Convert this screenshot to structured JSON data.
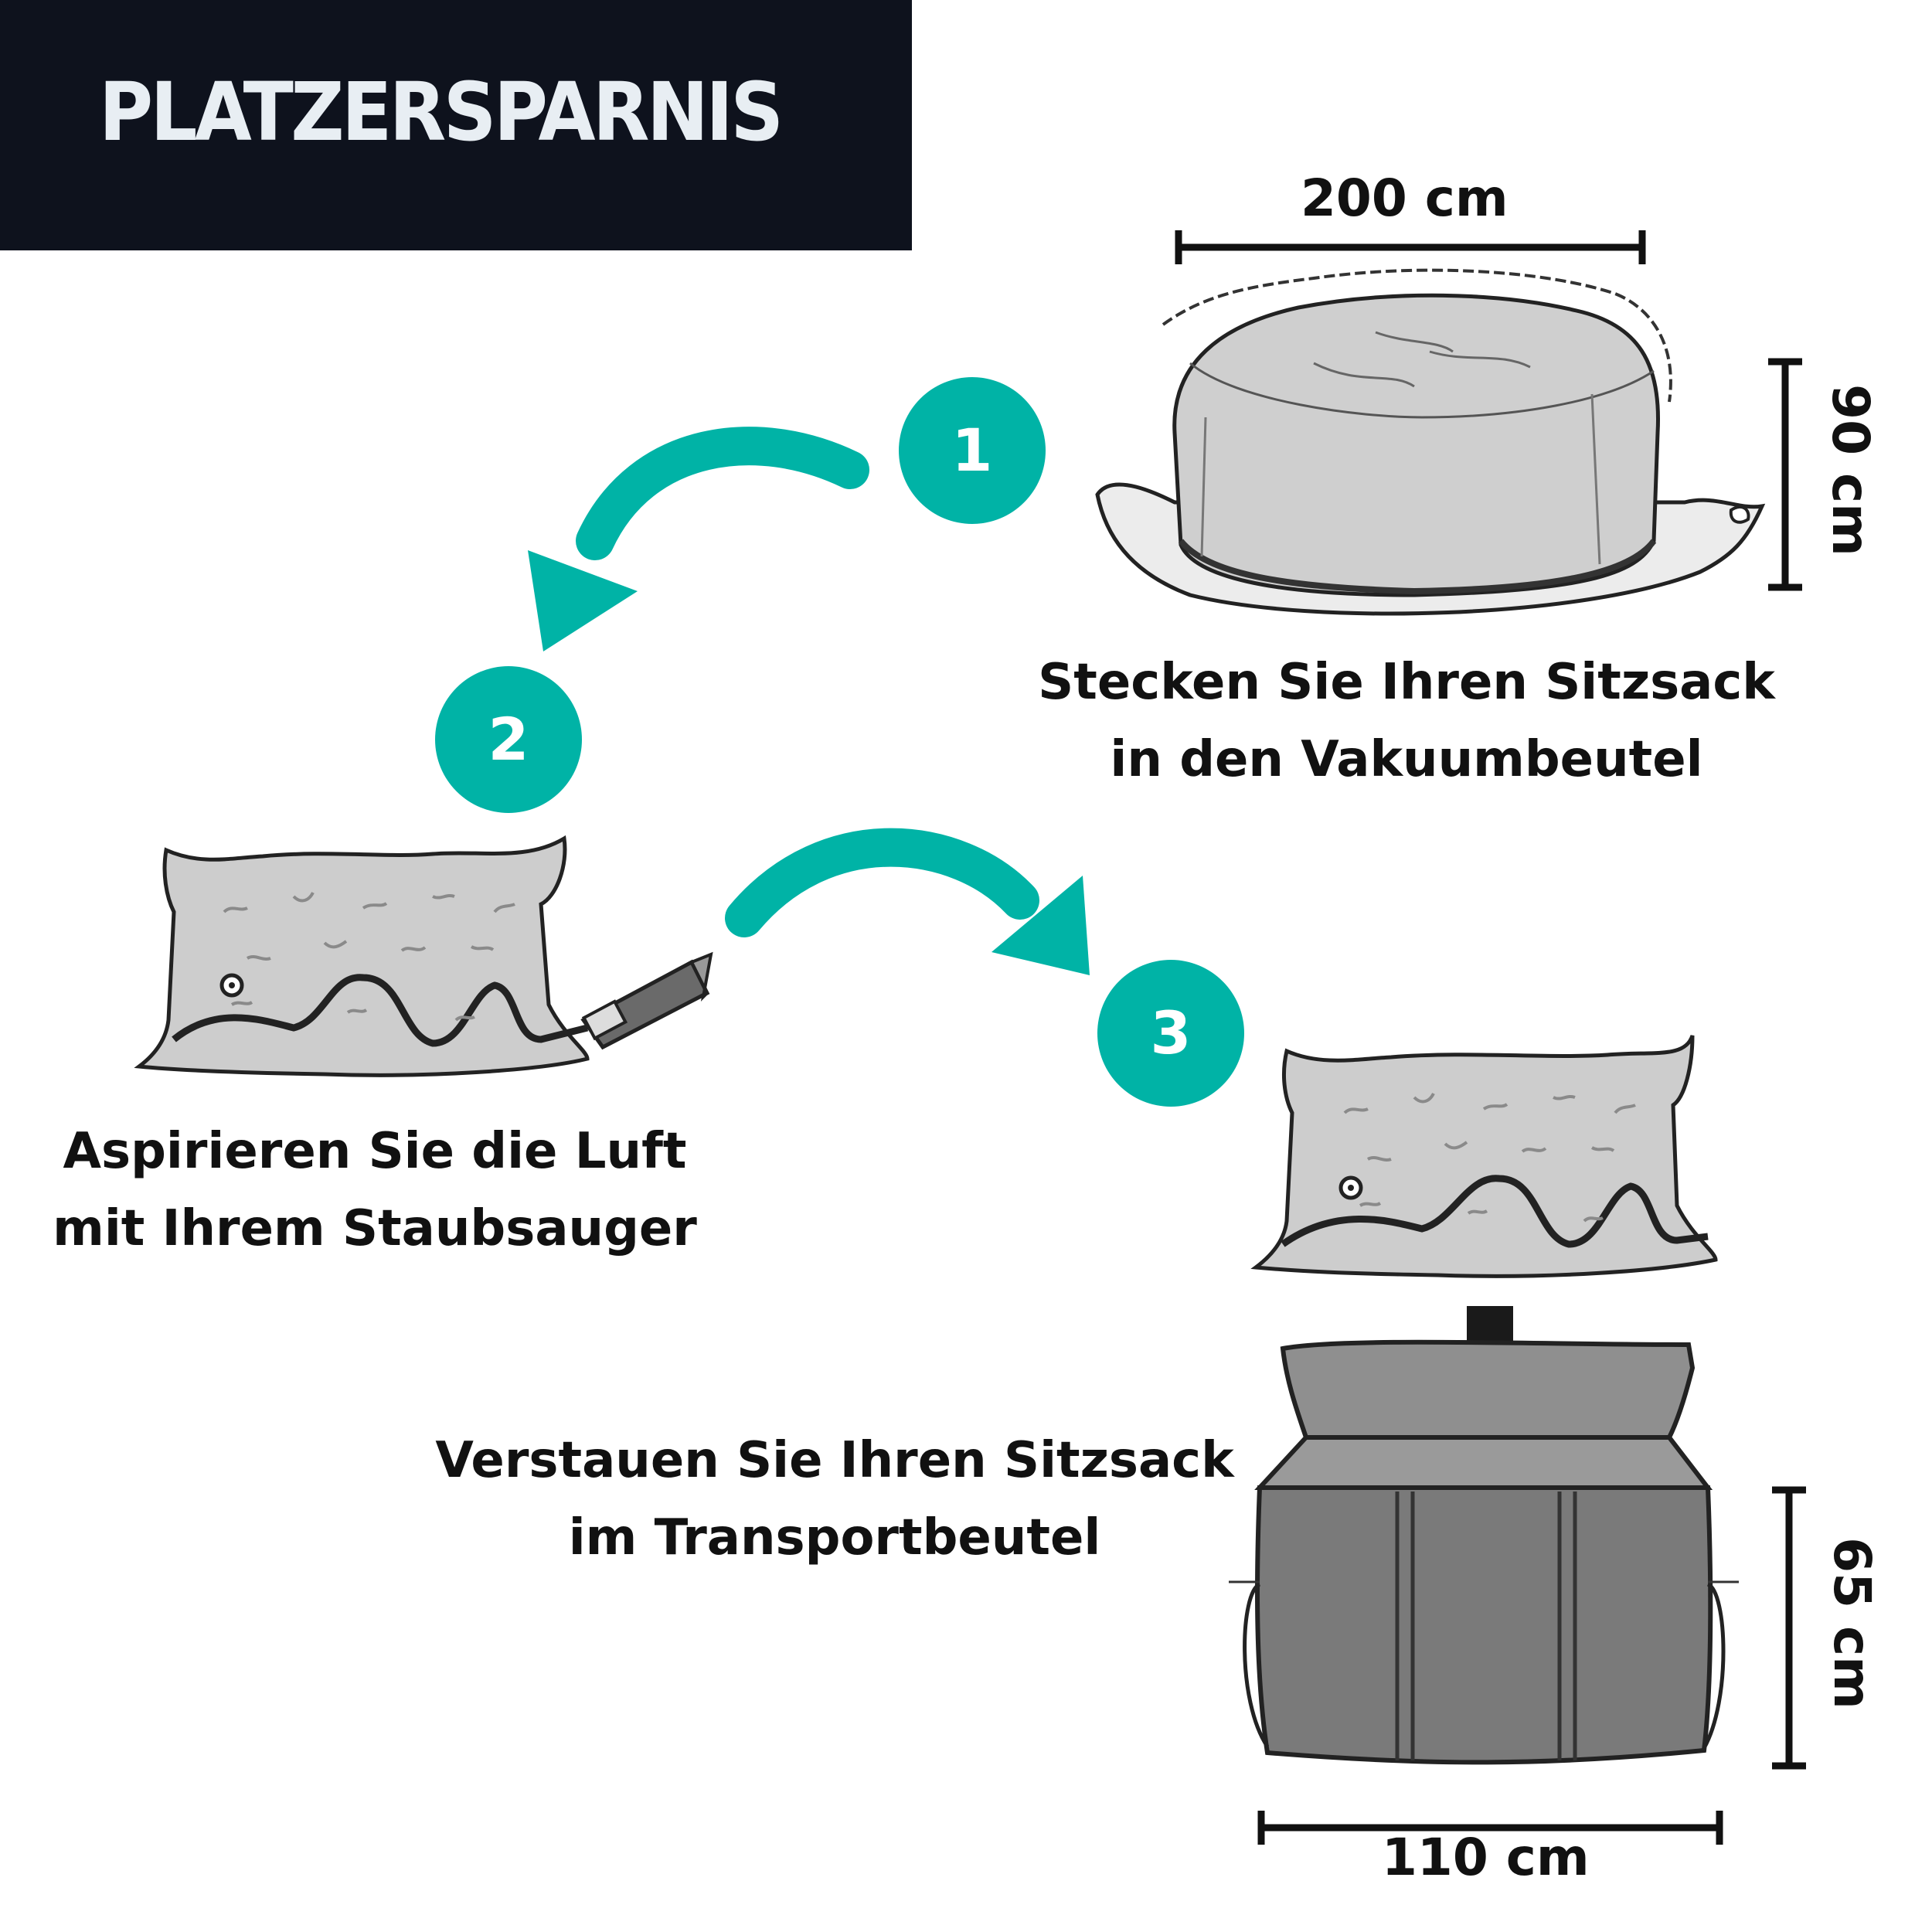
{
  "title": "PLATZERSPARNIS",
  "colors": {
    "accent": "#00b3a6",
    "title_bg": "#0e121d",
    "title_text": "#e8eef3"
  },
  "steps": [
    {
      "number": "1",
      "line1": "Stecken Sie Ihren Sitzsack",
      "line2": "in den Vakuumbeutel"
    },
    {
      "number": "2",
      "line1": "Aspirieren Sie die Luft",
      "line2": "mit Ihrem Staubsauger"
    },
    {
      "number": "3",
      "line1": "Verstauen Sie Ihren Sitzsack",
      "line2": "im Transportbeutel"
    }
  ],
  "dimensions": {
    "beanbag_width": "200 cm",
    "beanbag_height": "90 cm",
    "bag_height": "65 cm",
    "bag_width": "110 cm"
  },
  "icons": [
    "arrow-curved-left-icon",
    "arrow-curved-right-icon",
    "arrow-down-icon",
    "beanbag-illustration",
    "vacuum-bag-illustration",
    "transport-bag-illustration"
  ]
}
